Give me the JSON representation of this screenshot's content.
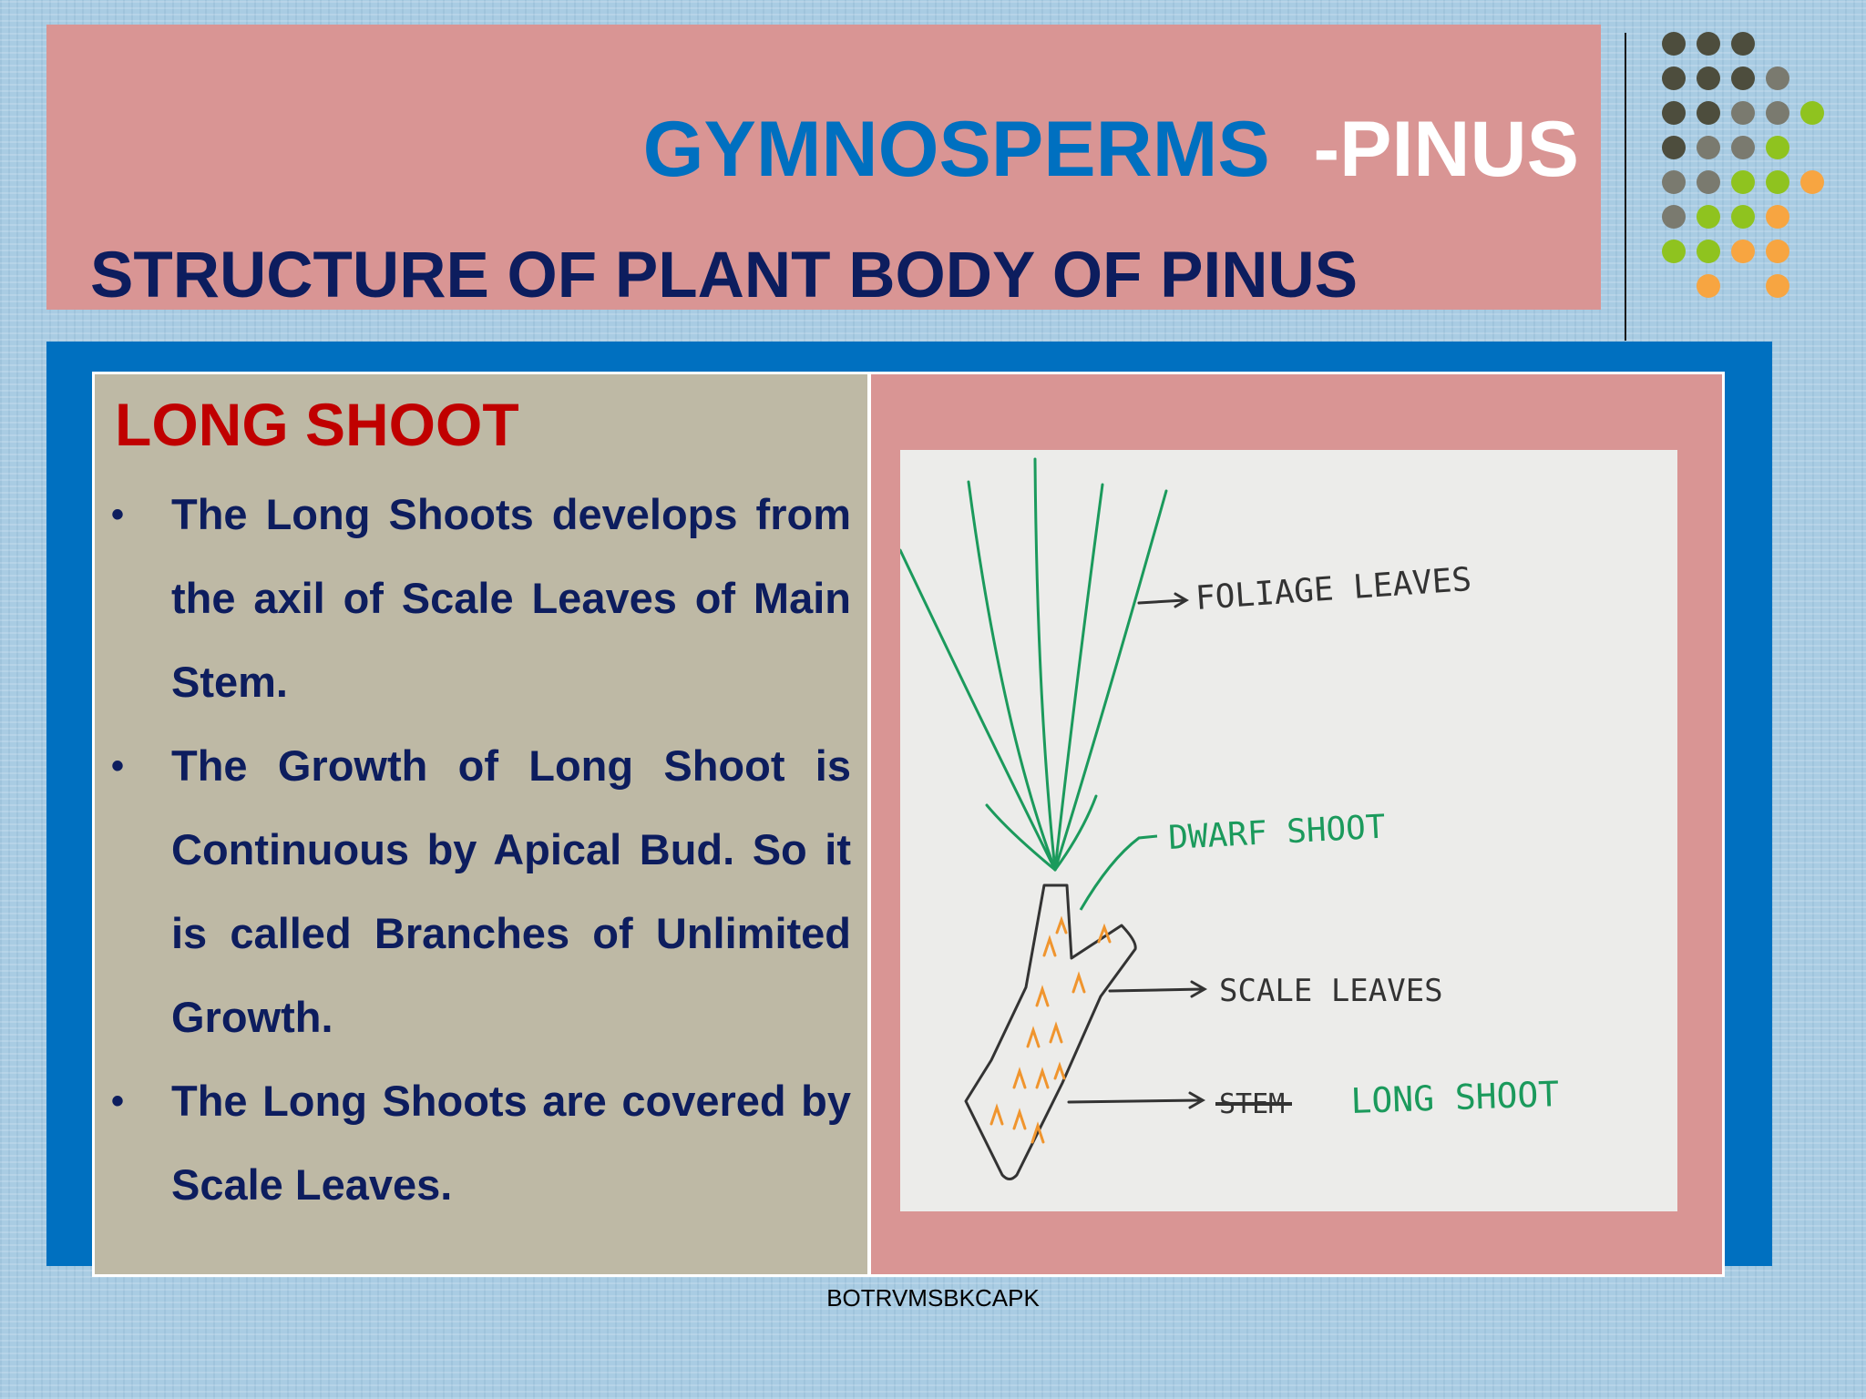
{
  "slide": {
    "title_main": "GYMNOSPERMS",
    "title_suffix": "-PINUS",
    "subtitle": "STRUCTURE OF PLANT BODY OF PINUS",
    "footer": "BOTRVMSBKCAPK"
  },
  "colors": {
    "title_blue": "#0070c0",
    "subtitle_navy": "#0d1d5e",
    "heading_red": "#c00000",
    "title_band_pink": "#d99594",
    "text_panel_tan": "#beb9a5",
    "frame_blue": "#0070c0",
    "dot_palette": [
      "#4d4d3d",
      "#7a7a6f",
      "#8fc31f",
      "#f7a541"
    ]
  },
  "content": {
    "heading": "LONG SHOOT",
    "bullets": [
      "The Long Shoots develops from the axil of Scale Leaves of Main Stem.",
      "The Growth of Long Shoot is Continuous by Apical Bud. So it is called Branches of Unlimited Growth.",
      "The Long Shoots are covered by Scale Leaves."
    ]
  },
  "diagram": {
    "labels": {
      "foliage_leaves": "FOLIAGE LEAVES",
      "dwarf_shoot": "DWARF SHOOT",
      "scale_leaves": "SCALE LEAVES",
      "struck_word": "STEM",
      "long_shoot": "LONG SHOOT"
    },
    "colors": {
      "leaf_green": "#1b9a5c",
      "ink_dark": "#333333",
      "scale_orange": "#f0952e"
    }
  }
}
